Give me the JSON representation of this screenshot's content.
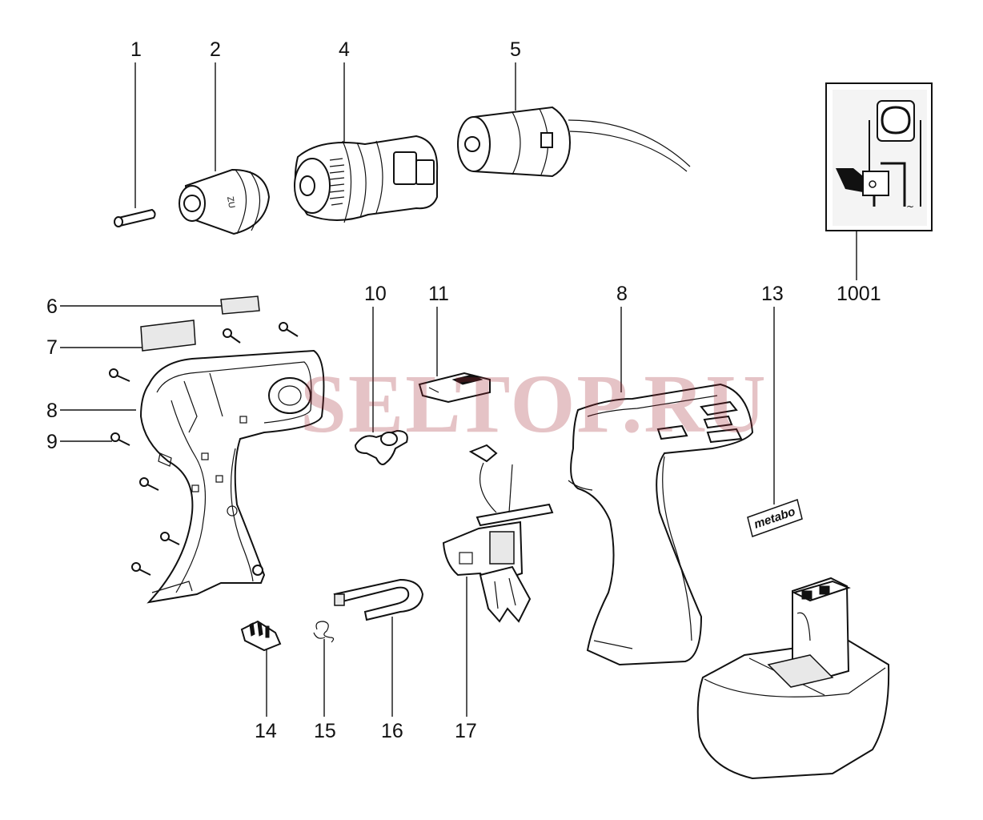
{
  "diagram": {
    "callouts": {
      "c1": "1",
      "c2": "2",
      "c4": "4",
      "c5": "5",
      "c6": "6",
      "c7": "7",
      "c8_left": "8",
      "c9": "9",
      "c10": "10",
      "c11": "11",
      "c8_right": "8",
      "c13": "13",
      "c1001": "1001",
      "c14": "14",
      "c15": "15",
      "c16": "16",
      "c17": "17"
    },
    "label_brand": "metabo",
    "watermark": "SELTOP.RU"
  }
}
